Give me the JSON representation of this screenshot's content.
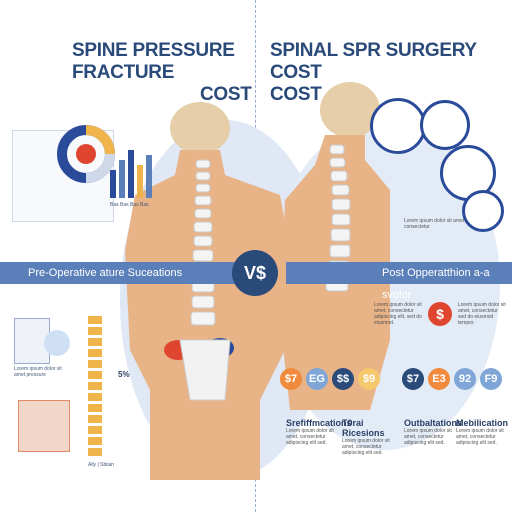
{
  "left": {
    "title_line1": "SPINE  PRESSURE FRACTURE",
    "title_line2": "COST",
    "banner": "Pre-Operative ature Suceations",
    "mini_card_text": "Lorem ipsum dolor sit amet pressure",
    "stat_percent": "5%",
    "spine_caption": "Ally | Sbiian",
    "chart_caption": "Bas Bas Bas Bas"
  },
  "right": {
    "title_line1": "SPINAL SPR SURGERY COST",
    "title_line2": "COST",
    "banner": "Post Opperatthion a-a svolor",
    "para1": "Lorem ipsum dolor sit amet, consectetur adipiscing elit, sed do eiusmod.",
    "para2": "Lorem ipsum dolor sit amet, consectetur sed do eiusmod tempor.",
    "card_text": "Lorem ipsum dolor sit amet consectetur",
    "dollar": "$",
    "circles_left": [
      "$7",
      "EG",
      "$$",
      "$9"
    ],
    "circles_right": [
      "$7",
      "E3",
      "92",
      "F9"
    ],
    "cols": [
      {
        "head": "Srefiffmcations",
        "text": "Lorem ipsum dolor sit amet, consectetur adipiscing elit sed."
      },
      {
        "head": "T0rai Ricesions",
        "text": "Lorem ipsum dolor sit amet, consectetur adipiscing elit sed."
      },
      {
        "head": "Outbaltations",
        "text": "Lorem ipsum dolor sit amet, consectetur adipiscing elit sed."
      },
      {
        "head": "Mebilication",
        "text": "Lorem ipsum dolor sit amet, consectetur adipiscing elit sed."
      }
    ]
  },
  "vs": "V$",
  "colors": {
    "navy": "#2a4a7a",
    "blue": "#5b7fb8",
    "orange": "#f08a3c",
    "red": "#e0452f",
    "skin": "#e8b48c",
    "bg_circle": "#dfe8f4"
  }
}
